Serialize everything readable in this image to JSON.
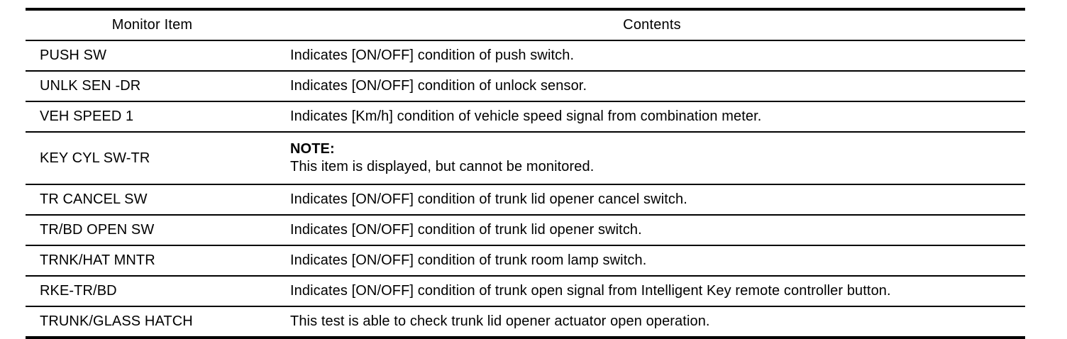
{
  "table": {
    "name": "monitor-item-contents-table",
    "columns": [
      {
        "key": "item",
        "header": "Monitor Item"
      },
      {
        "key": "contents",
        "header": "Contents"
      }
    ],
    "rows": [
      {
        "item": "PUSH SW",
        "contents": "Indicates [ON/OFF] condition of push switch."
      },
      {
        "item": "UNLK SEN -DR",
        "contents": "Indicates [ON/OFF] condition of unlock sensor."
      },
      {
        "item": "VEH SPEED 1",
        "contents": "Indicates [Km/h] condition of vehicle speed signal from combination meter."
      },
      {
        "item": "KEY CYL SW-TR",
        "note_title": "NOTE:",
        "note_body": "This item is displayed, but cannot be monitored."
      },
      {
        "item": "TR CANCEL SW",
        "contents": "Indicates [ON/OFF] condition of trunk lid opener cancel switch."
      },
      {
        "item": "TR/BD OPEN SW",
        "contents": "Indicates [ON/OFF] condition of trunk lid opener switch."
      },
      {
        "item": "TRNK/HAT MNTR",
        "contents": "Indicates [ON/OFF] condition of trunk room lamp switch."
      },
      {
        "item": "RKE-TR/BD",
        "contents": "Indicates [ON/OFF] condition of trunk open signal from Intelligent Key remote controller button."
      },
      {
        "item": "TRUNK/GLASS HATCH",
        "contents": "This test is able to check trunk lid opener actuator open operation."
      }
    ]
  },
  "colors": {
    "text": "#000000",
    "rule": "#000000",
    "background": "#ffffff"
  }
}
